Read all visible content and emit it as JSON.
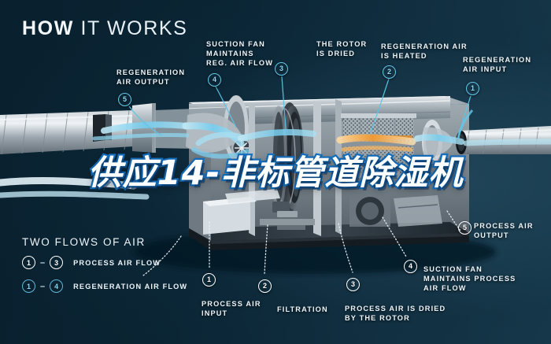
{
  "header": {
    "title_bold": "HOW",
    "title_light": " IT WORKS"
  },
  "overlay": {
    "product_title": "供应14-非标管道除湿机"
  },
  "callouts": [
    {
      "id": "regeneration-air-output",
      "number": "5",
      "style": "blue",
      "label": "REGENERATION\nAIR OUTPUT"
    },
    {
      "id": "suction-fan-reg",
      "number": "4",
      "style": "blue",
      "label": "SUCTION FAN\nMAINTAINS\nREG. AIR FLOW"
    },
    {
      "id": "rotor-is-dried",
      "number": "3",
      "style": "blue",
      "label": "THE ROTOR\nIS DRIED"
    },
    {
      "id": "regeneration-air-heated",
      "number": "2",
      "style": "blue",
      "label": "REGENERATION AIR\nIS HEATED"
    },
    {
      "id": "regeneration-air-input",
      "number": "1",
      "style": "blue",
      "label": "REGENERATION\nAIR INPUT"
    },
    {
      "id": "process-air-input",
      "number": "1",
      "style": "white",
      "label": "PROCESS AIR\nINPUT"
    },
    {
      "id": "filtration",
      "number": "2",
      "style": "white",
      "label": "FILTRATION"
    },
    {
      "id": "process-air-dried",
      "number": "3",
      "style": "white",
      "label": "PROCESS AIR IS DRIED\nBY THE ROTOR"
    },
    {
      "id": "suction-fan-process",
      "number": "4",
      "style": "white",
      "label": "SUCTION FAN\nMAINTAINS PROCESS\nAIR FLOW"
    },
    {
      "id": "process-air-output",
      "number": "5",
      "style": "white",
      "label": "PROCESS AIR\nOUTPUT"
    }
  ],
  "legend": {
    "title": "TWO FLOWS OF AIR",
    "rows": [
      {
        "from": "1",
        "dash": "–",
        "to": "3",
        "style": "white",
        "label": "PROCESS AIR FLOW"
      },
      {
        "from": "1",
        "dash": "–",
        "to": "4",
        "style": "blue",
        "label": "REGENERATION AIR FLOW"
      }
    ]
  },
  "colors": {
    "background_dark": "#0a2231",
    "background_light": "#16394b",
    "accent_cyan": "#63c8e8",
    "accent_blue_stroke": "#1773c4",
    "heater_orange": "#f0a13c",
    "text_white": "#eef5f9"
  }
}
